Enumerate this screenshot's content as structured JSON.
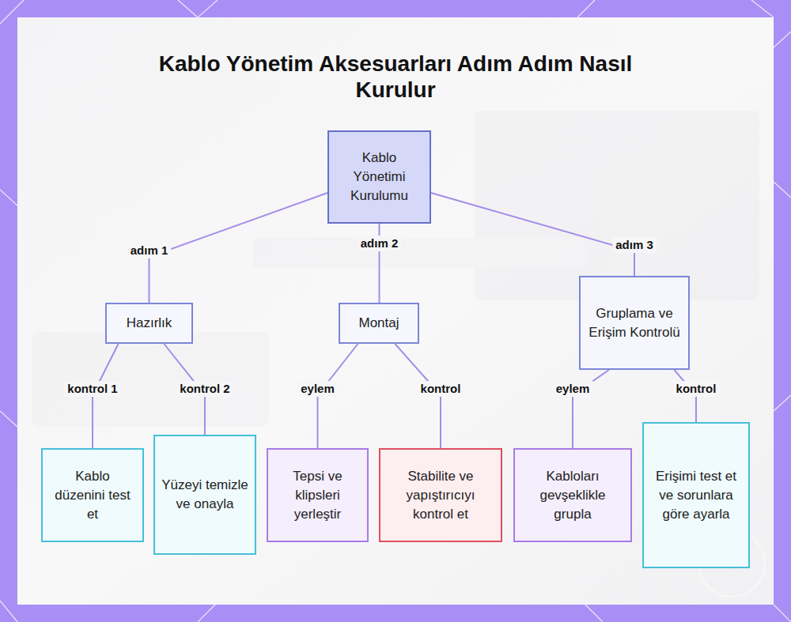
{
  "diagram": {
    "title": "Kablo Yönetim Aksesuarları Adım Adım Nasıl Kurulur",
    "nodes": [
      {
        "text": [
          "Kablo Yönetimi Kurulumu"
        ]
      },
      {
        "text": [
          "Hazırlık"
        ]
      },
      {
        "text": [
          "Montaj"
        ]
      },
      {
        "text": [
          "Gruplama ve Erişim Kontrolü"
        ]
      },
      {
        "text": [
          "Kablo düzenini test et"
        ]
      },
      {
        "text": [
          "Yüzeyi temizle ve onayla"
        ]
      },
      {
        "text": [
          "Tepsi ve klipsleri yerleştir"
        ]
      },
      {
        "text": [
          "Stabilite ve yapıştırıcıyı kontrol et"
        ]
      },
      {
        "text": [
          "Kabloları gevşeklikle grupla"
        ]
      },
      {
        "text": [
          "Erişimi test et ve sorunlara göre ayarla"
        ]
      }
    ],
    "edges": [
      {
        "from": 0,
        "to": 1,
        "label": "adım 1",
        "arrow": "none"
      },
      {
        "from": 0,
        "to": 2,
        "label": "adım 2",
        "arrow": "none"
      },
      {
        "from": 0,
        "to": 3,
        "label": "adım 3",
        "arrow": "none"
      },
      {
        "from": 1,
        "to": 4,
        "label": "kontrol 1",
        "arrow": "none"
      },
      {
        "from": 1,
        "to": 5,
        "label": "kontrol 2",
        "arrow": "none"
      },
      {
        "from": 2,
        "to": 6,
        "label": "eylem",
        "arrow": "none"
      },
      {
        "from": 2,
        "to": 7,
        "label": "kontrol",
        "arrow": "none"
      },
      {
        "from": 3,
        "to": 8,
        "label": "eylem",
        "arrow": "none"
      },
      {
        "from": 3,
        "to": 9,
        "label": "kontrol",
        "arrow": "none"
      }
    ]
  }
}
